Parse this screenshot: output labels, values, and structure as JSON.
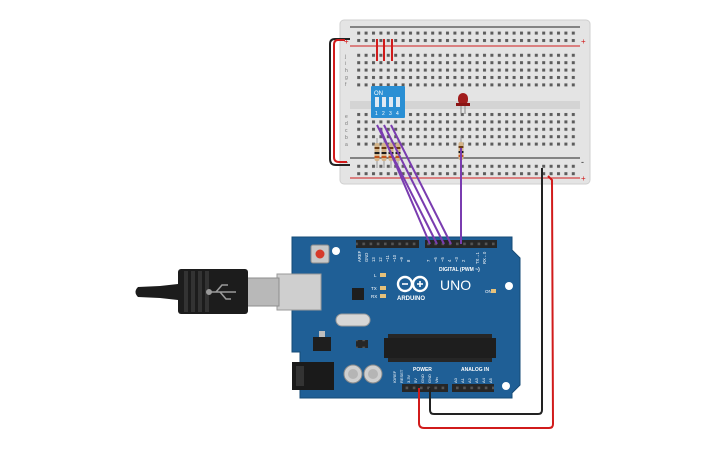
{
  "board": {
    "logo_text": "ARDUINO",
    "model": "UNO",
    "digital_header": "DIGITAL (PWM ~)",
    "power_label": "POWER",
    "analog_label": "ANALOG IN",
    "on_label": "ON",
    "tx_label": "TX",
    "rx_label": "RX",
    "l_label": "L",
    "aref_label": "AREF",
    "gnd_label": "GND",
    "digital_pins": [
      "13",
      "12",
      "~11",
      "~10",
      "~9",
      "8",
      "7",
      "~6",
      "~5",
      "4",
      "~3",
      "2",
      "TX→1",
      "RX←0"
    ],
    "power_pins": [
      "IOREF",
      "RESET",
      "3.3V",
      "5V",
      "GND",
      "GND",
      "Vin"
    ],
    "analog_pins": [
      "A0",
      "A1",
      "A2",
      "A3",
      "A4",
      "A5"
    ]
  },
  "dip_switch": {
    "label": "ON",
    "positions": [
      "1",
      "2",
      "3",
      "4"
    ]
  },
  "breadboard": {
    "rows_top": [
      "j",
      "i",
      "h",
      "g",
      "f"
    ],
    "rows_bottom": [
      "e",
      "d",
      "c",
      "b",
      "a"
    ],
    "rail_plus": "+",
    "rail_minus": "-"
  },
  "colors": {
    "board_blue": "#1f5f96",
    "wire_red": "#d11b1b",
    "wire_black": "#222222",
    "wire_purple": "#7a3cb0",
    "dip_blue": "#2a8fd4",
    "led_red": "#a11c1c"
  }
}
